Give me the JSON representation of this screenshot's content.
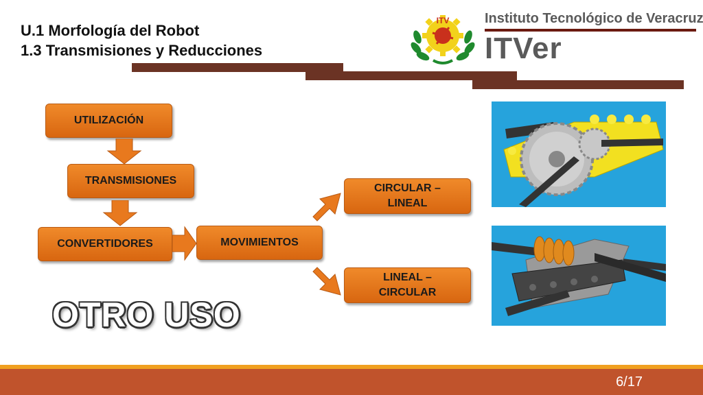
{
  "header": {
    "line1": "U.1 Morfología del Robot",
    "line2": "1.3 Transmisiones y Reducciones"
  },
  "logo": {
    "institution": "Instituto Tecnológico de Veracruz",
    "brand": "ITVer",
    "seal_text": "ITV"
  },
  "diagram": {
    "utilizacion": "UTILIZACIÓN",
    "transmisiones": "TRANSMISIONES",
    "convertidores": "CONVERTIDORES",
    "movimientos": "MOVIMIENTOS",
    "circular_lineal": "CIRCULAR – LINEAL",
    "lineal_circular": "LINEAL – CIRCULAR"
  },
  "headline": "OTRO USO",
  "footer": {
    "page": "6/17"
  },
  "colors": {
    "box": "#e8791e",
    "bar": "#6b3324",
    "footer": "#c0532c",
    "footer_line": "#f0a020",
    "photo_bg": "#26a3dc"
  }
}
